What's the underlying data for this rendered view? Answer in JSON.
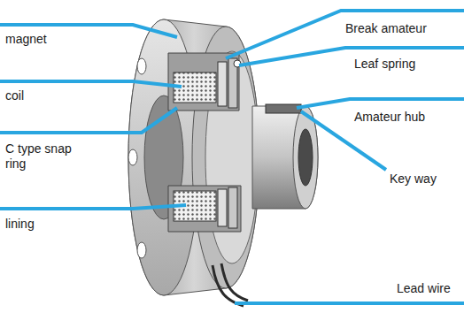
{
  "diagram": {
    "labels": [
      "magnet",
      "Break amateur",
      "Leaf spring",
      "coil",
      "Amateur hub",
      "C type snap ring",
      "Key way",
      "lining",
      "Lead wire"
    ]
  }
}
